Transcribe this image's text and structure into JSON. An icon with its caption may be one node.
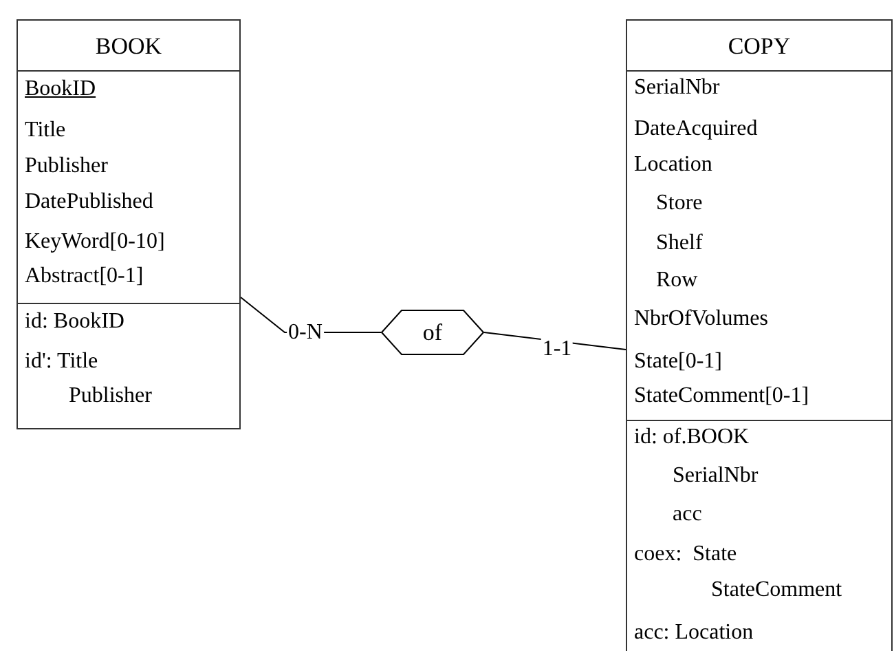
{
  "diagram": {
    "nodes": [
      {
        "text": [
          "BOOK",
          "BookID",
          "Title",
          "Publisher",
          "DatePublished",
          "KeyWord[0-10]",
          "Abstract[0-1]",
          "id: BookID",
          "id': Title",
          "Publisher"
        ]
      },
      {
        "text": [
          "of"
        ]
      },
      {
        "text": [
          "COPY",
          "SerialNbr",
          "DateAcquired",
          "Location",
          "Store",
          "Shelf",
          "Row",
          "NbrOfVolumes",
          "State[0-1]",
          "StateComment[0-1]",
          "id: of.BOOK",
          "SerialNbr",
          "acc",
          "coex:  State",
          "StateComment",
          "acc: Location"
        ]
      }
    ],
    "edges": [
      {
        "from": 0,
        "to": 1,
        "arrow": "none",
        "label": "0-N"
      },
      {
        "from": 1,
        "to": 2,
        "arrow": "none",
        "label": "1-1"
      }
    ]
  }
}
